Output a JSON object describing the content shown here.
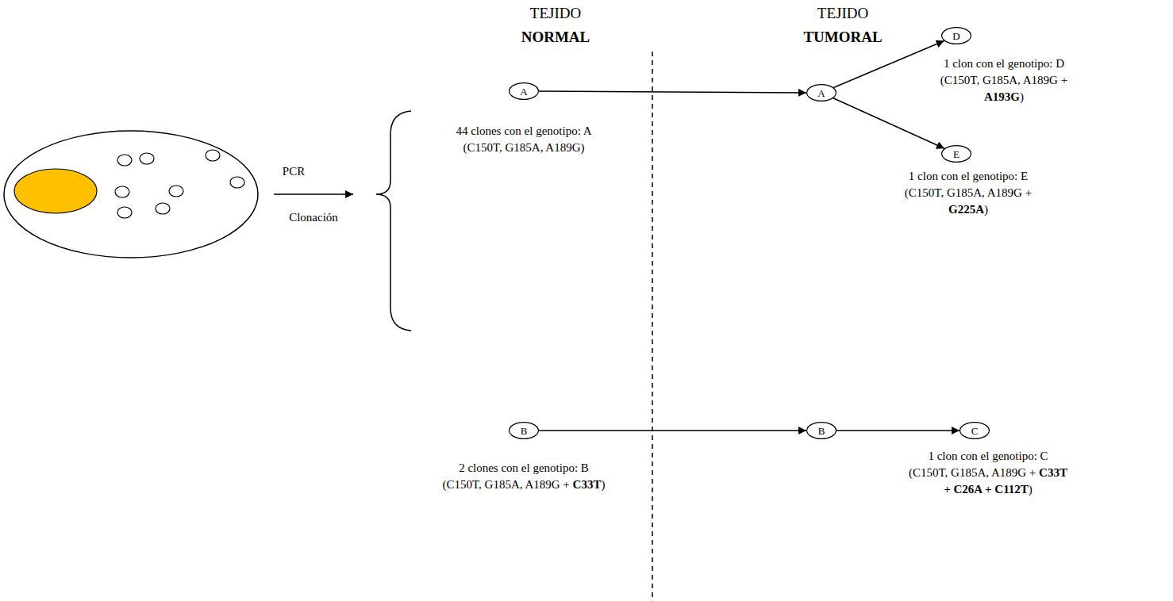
{
  "diagram": {
    "nodes": [
      {
        "text": [
          "A"
        ]
      },
      {
        "text": [
          "A"
        ]
      },
      {
        "text": [
          "D"
        ]
      },
      {
        "text": [
          "E"
        ]
      },
      {
        "text": [
          "B"
        ]
      },
      {
        "text": [
          "B"
        ]
      },
      {
        "text": [
          "C"
        ]
      }
    ],
    "edges": [
      {
        "from": 0,
        "to": 1,
        "arrow": "to"
      },
      {
        "from": 1,
        "to": 2,
        "arrow": "to"
      },
      {
        "from": 1,
        "to": 3,
        "arrow": "to"
      },
      {
        "from": 4,
        "to": 5,
        "arrow": "to"
      },
      {
        "from": 5,
        "to": 6,
        "arrow": "to"
      }
    ],
    "labels": [
      "TEJIDO",
      "NORMAL",
      "TEJIDO",
      "TUMORAL",
      "PCR",
      "Clonación",
      "44 clones con el genotipo: A",
      "(C150T, G185A, A189G)",
      "2 clones con el genotipo: B",
      "(C150T, G185A, A189G +",
      "C33T",
      ")",
      "1 clon con el genotipo: D",
      "(C150T, G185A, A189G +",
      "A193G",
      ")",
      "1 clon con el genotipo: E",
      "(C150T, G185A, A189G +",
      "G225A",
      ")",
      "1 clon con el genotipo: C",
      "(C150T, G185A, A189G +",
      "C33T",
      "+ C26A + C112T",
      ")"
    ]
  }
}
